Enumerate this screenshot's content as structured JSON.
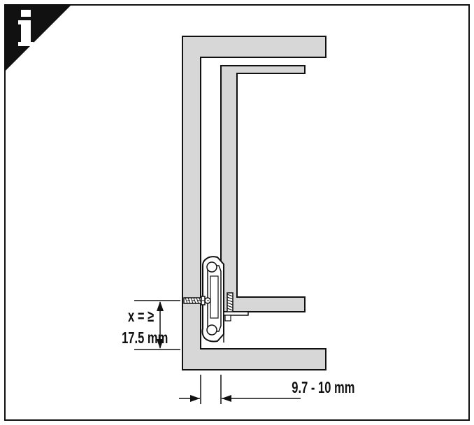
{
  "info_badge": {
    "icon": "info-icon",
    "glyph": "i"
  },
  "labels": {
    "x_formula": "x = ≥",
    "x_value": "17.5 mm",
    "gap": "9.7 - 10 mm"
  },
  "colors": {
    "panel_fill": "#d7d7d7",
    "stroke": "#111111",
    "frame": "#111111",
    "badge": "#111111",
    "badge_glyph": "#ffffff"
  }
}
